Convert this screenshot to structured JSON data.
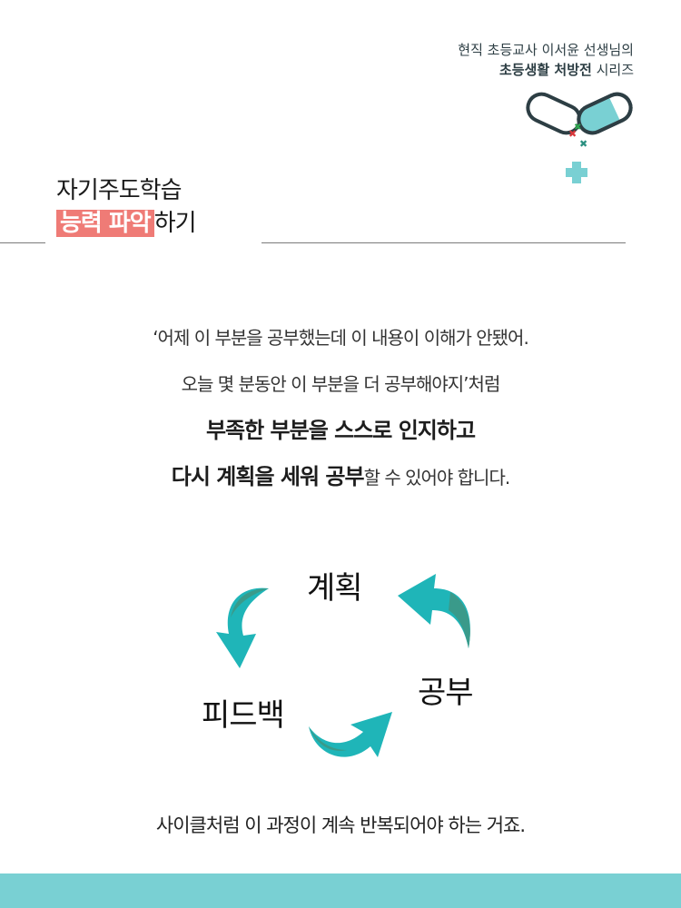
{
  "series": {
    "line1": "현직 초등교사 이서윤 선생님의",
    "line2_bold": "초등생활 처방전",
    "line2_rest": " 시리즈"
  },
  "title": {
    "line1": "자기주도학습",
    "line2_highlight": "능력 파악",
    "line2_rest": "하기"
  },
  "body": {
    "line1": "‘어제 이 부분을 공부했는데 이 내용이 이해가 안됐어.",
    "line2": "오늘 몇 분동안 이 부분을 더 공부해야지’처럼",
    "line3_bold": "부족한 부분을 스스로 인지하고",
    "line4_bold": "다시 계획을 세워 공부",
    "line4_rest": "할 수 있어야 합니다."
  },
  "cycle": {
    "plan": "계획",
    "study": "공부",
    "feedback": "피드백"
  },
  "footer": {
    "text": "사이클처럼 이 과정이 계속 반복되어야 하는 거죠."
  },
  "colors": {
    "accent_teal": "#1fb5b8",
    "teal_dark": "#3a9a8a",
    "highlight_red": "#ef7b76",
    "band": "#79d0d3"
  },
  "icons": {
    "logo": "capsule-icon",
    "cross": "plus-icon"
  }
}
